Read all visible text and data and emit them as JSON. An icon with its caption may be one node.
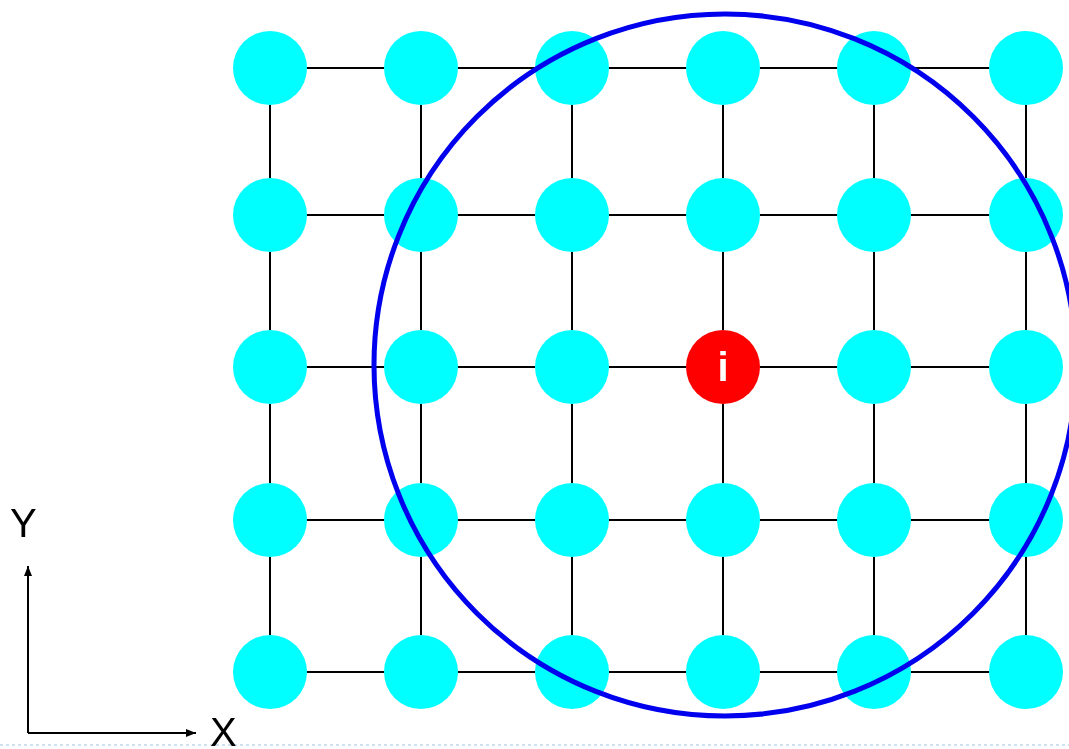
{
  "diagram": {
    "nodes": [
      {
        "text": [],
        "shape": "circle"
      },
      {
        "text": [],
        "shape": "circle"
      },
      {
        "text": [],
        "shape": "circle"
      },
      {
        "text": [],
        "shape": "circle"
      },
      {
        "text": [],
        "shape": "circle"
      },
      {
        "text": [],
        "shape": "circle"
      },
      {
        "text": [],
        "shape": "circle"
      },
      {
        "text": [],
        "shape": "circle"
      },
      {
        "text": [],
        "shape": "circle"
      },
      {
        "text": [],
        "shape": "circle"
      },
      {
        "text": [],
        "shape": "circle"
      },
      {
        "text": [],
        "shape": "circle"
      },
      {
        "text": [],
        "shape": "circle"
      },
      {
        "text": [],
        "shape": "circle"
      },
      {
        "text": [],
        "shape": "circle"
      },
      {
        "text": [
          "i"
        ]
      },
      {
        "text": [],
        "shape": "circle"
      },
      {
        "text": [],
        "shape": "circle"
      },
      {
        "text": [],
        "shape": "circle"
      },
      {
        "text": [],
        "shape": "circle"
      },
      {
        "text": [],
        "shape": "circle"
      },
      {
        "text": [],
        "shape": "circle"
      },
      {
        "text": [],
        "shape": "circle"
      },
      {
        "text": [],
        "shape": "circle"
      },
      {
        "text": [],
        "shape": "circle"
      },
      {
        "text": [],
        "shape": "circle"
      },
      {
        "text": [],
        "shape": "circle"
      },
      {
        "text": [],
        "shape": "circle"
      },
      {
        "text": [],
        "shape": "circle"
      },
      {
        "text": [],
        "shape": "circle"
      }
    ],
    "edges": [
      {
        "from": 0,
        "to": 1,
        "arrow": "none"
      },
      {
        "from": 1,
        "to": 2,
        "arrow": "none"
      },
      {
        "from": 2,
        "to": 3,
        "arrow": "none"
      },
      {
        "from": 3,
        "to": 4,
        "arrow": "none"
      },
      {
        "from": 4,
        "to": 5,
        "arrow": "none"
      },
      {
        "from": 6,
        "to": 7,
        "arrow": "none"
      },
      {
        "from": 7,
        "to": 8,
        "arrow": "none"
      },
      {
        "from": 8,
        "to": 9,
        "arrow": "none"
      },
      {
        "from": 9,
        "to": 10,
        "arrow": "none"
      },
      {
        "from": 10,
        "to": 11,
        "arrow": "none"
      },
      {
        "from": 12,
        "to": 13,
        "arrow": "none"
      },
      {
        "from": 13,
        "to": 14,
        "arrow": "none"
      },
      {
        "from": 14,
        "to": 15,
        "arrow": "none"
      },
      {
        "from": 15,
        "to": 16,
        "arrow": "none"
      },
      {
        "from": 16,
        "to": 17,
        "arrow": "none"
      },
      {
        "from": 18,
        "to": 19,
        "arrow": "none"
      },
      {
        "from": 19,
        "to": 20,
        "arrow": "none"
      },
      {
        "from": 20,
        "to": 21,
        "arrow": "none"
      },
      {
        "from": 21,
        "to": 22,
        "arrow": "none"
      },
      {
        "from": 22,
        "to": 23,
        "arrow": "none"
      },
      {
        "from": 24,
        "to": 25,
        "arrow": "none"
      },
      {
        "from": 25,
        "to": 26,
        "arrow": "none"
      },
      {
        "from": 26,
        "to": 27,
        "arrow": "none"
      },
      {
        "from": 27,
        "to": 28,
        "arrow": "none"
      },
      {
        "from": 28,
        "to": 29,
        "arrow": "none"
      },
      {
        "from": 0,
        "to": 6,
        "arrow": "none"
      },
      {
        "from": 6,
        "to": 12,
        "arrow": "none"
      },
      {
        "from": 12,
        "to": 18,
        "arrow": "none"
      },
      {
        "from": 18,
        "to": 24,
        "arrow": "none"
      },
      {
        "from": 1,
        "to": 7,
        "arrow": "none"
      },
      {
        "from": 7,
        "to": 13,
        "arrow": "none"
      },
      {
        "from": 13,
        "to": 19,
        "arrow": "none"
      },
      {
        "from": 19,
        "to": 25,
        "arrow": "none"
      },
      {
        "from": 2,
        "to": 8,
        "arrow": "none"
      },
      {
        "from": 8,
        "to": 14,
        "arrow": "none"
      },
      {
        "from": 14,
        "to": 20,
        "arrow": "none"
      },
      {
        "from": 20,
        "to": 26,
        "arrow": "none"
      },
      {
        "from": 3,
        "to": 9,
        "arrow": "none"
      },
      {
        "from": 9,
        "to": 15,
        "arrow": "none"
      },
      {
        "from": 15,
        "to": 21,
        "arrow": "none"
      },
      {
        "from": 21,
        "to": 27,
        "arrow": "none"
      },
      {
        "from": 4,
        "to": 10,
        "arrow": "none"
      },
      {
        "from": 10,
        "to": 16,
        "arrow": "none"
      },
      {
        "from": 16,
        "to": 22,
        "arrow": "none"
      },
      {
        "from": 22,
        "to": 28,
        "arrow": "none"
      },
      {
        "from": 5,
        "to": 11,
        "arrow": "none"
      },
      {
        "from": 11,
        "to": 17,
        "arrow": "none"
      },
      {
        "from": 17,
        "to": 23,
        "arrow": "none"
      },
      {
        "from": 23,
        "to": 29,
        "arrow": "none"
      }
    ],
    "labels": [
      "Y",
      "X"
    ]
  }
}
